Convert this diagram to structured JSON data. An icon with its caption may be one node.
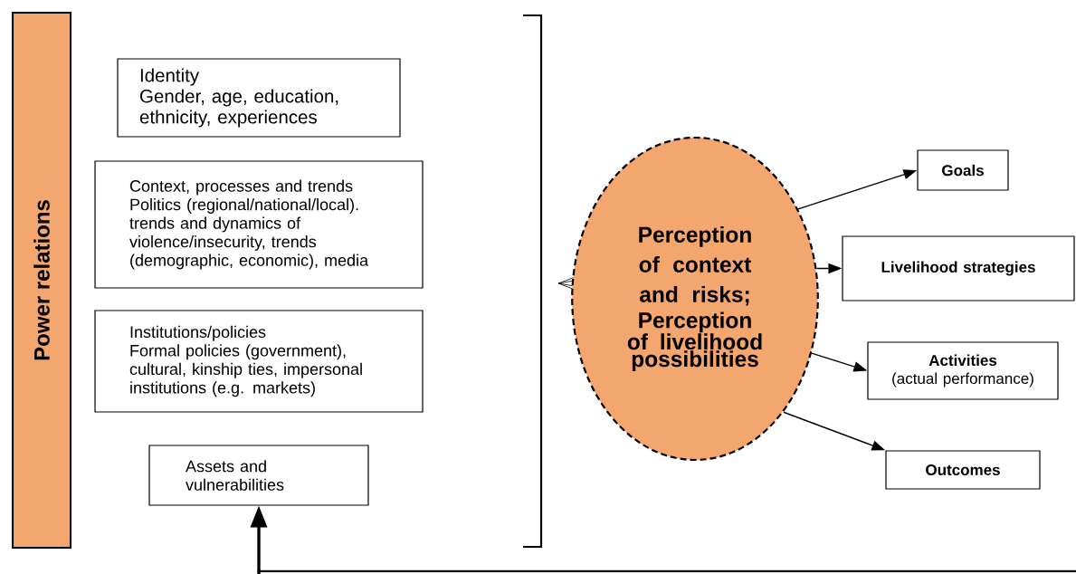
{
  "diagram": {
    "nodes": [
      {
        "text": [
          "Power relations"
        ]
      },
      {
        "text": [
          "Identity",
          "Gender, age, education, ethnicity, experiences"
        ]
      },
      {
        "text": [
          "Context, processes and trends",
          "Politics (regional/national/local). trends and dynamics of violence/insecurity, trends (demographic, economic), media"
        ]
      },
      {
        "text": [
          "Institutions/policies",
          "Formal policies (government), cultural, kinship ties, impersonal institutions (e.g. markets)"
        ]
      },
      {
        "text": [
          "Assets and vulnerabilities"
        ]
      },
      {
        "text": [
          "Perception of context and risks;",
          "Perception of livelihood possibilities"
        ]
      },
      {
        "text": [
          "Goals"
        ]
      },
      {
        "text": [
          "Livelihood strategies"
        ]
      },
      {
        "text": [
          "Activities",
          "(actual performance)"
        ]
      },
      {
        "text": [
          "Outcomes"
        ]
      }
    ],
    "edges": [
      {
        "from": 5,
        "to": 6,
        "arrow": "to"
      },
      {
        "from": 5,
        "to": 7,
        "arrow": "to"
      },
      {
        "from": 5,
        "to": 8,
        "arrow": "to"
      },
      {
        "from": 5,
        "to": 9,
        "arrow": "to"
      },
      {
        "from": null,
        "to": 4,
        "arrow": "to",
        "style": "thick"
      }
    ]
  }
}
